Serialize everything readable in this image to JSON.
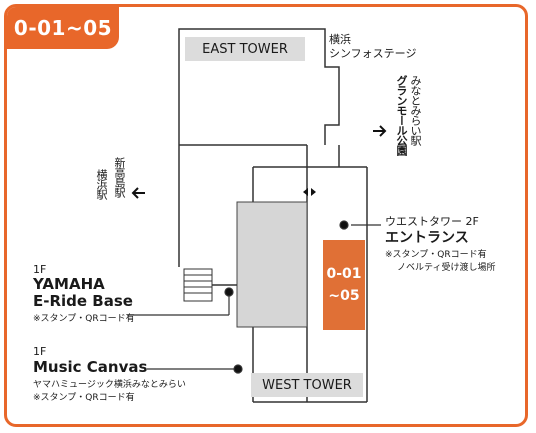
{
  "code_tab": "0-01~05",
  "towers": {
    "east": "EAST TOWER",
    "west": "WEST TOWER"
  },
  "destinations": {
    "symphony_stage_line1": "横浜",
    "symphony_stage_line2": "シンフォステージ",
    "minatomirai_station": "みなとみらい駅",
    "grand_mall_park": "グランモール公園",
    "shin_takashima_station": "新高島駅",
    "yokohama_station": "横浜駅"
  },
  "booth": {
    "label_line1": "0-01",
    "label_line2": "~05",
    "color": "#e07036"
  },
  "entrance": {
    "title_line1": "ウエストタワー 2F",
    "title_line2": "エントランス",
    "note_line1": "※スタンプ・QRコード有",
    "note_line2": "ノベルティ受け渡し場所"
  },
  "yamaha": {
    "floor": "1F",
    "name_line1": "YAMAHA",
    "name_line2": "E-Ride Base",
    "note": "※スタンプ・QRコード有"
  },
  "music_canvas": {
    "floor": "1F",
    "name": "Music Canvas",
    "subtitle": "ヤマハミュージック横浜みなとみらい",
    "note": "※スタンプ・QRコード有"
  },
  "icons": [
    "arrow-right-icon",
    "arrow-left-icon",
    "double-arrow-icon",
    "stairs-icon"
  ],
  "accent_color": "#e8672a"
}
